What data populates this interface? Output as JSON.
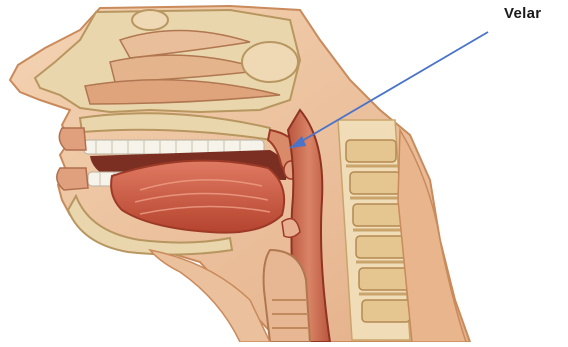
{
  "figure": {
    "type": "anatomical-sagittal-section",
    "subject": "head-and-neck",
    "annotation": {
      "label": "Velar",
      "arrow_color": "#4a74c9"
    },
    "colors": {
      "skin": "#f0c9a6",
      "skin_edge": "#c98a5c",
      "bone": "#ead6ad",
      "bone_edge": "#b89660",
      "tissue": "#d98a68",
      "muscle": "#c8563f",
      "tongue": "#d1604a",
      "cavity_shadow": "#7a2f22",
      "teeth": "#f6f3ea",
      "vertebra": "#e6c690",
      "disc": "#c9a56b"
    }
  }
}
